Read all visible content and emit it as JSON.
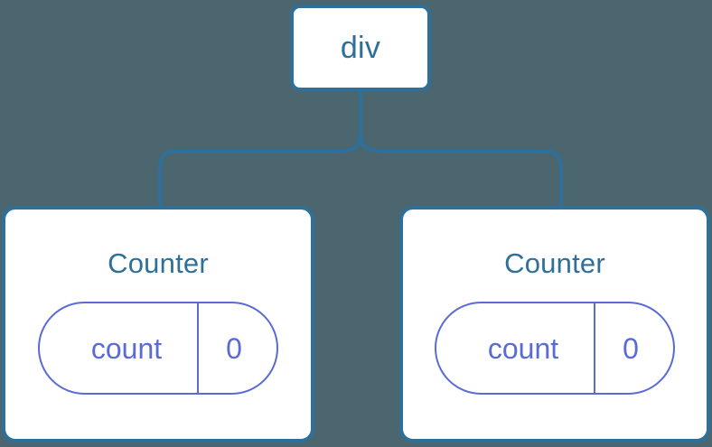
{
  "canvas": {
    "background_color": "#4b666f",
    "node_border_color": "#2e7099",
    "node_fill_color": "#ffffff",
    "node_label_color": "#2e7099",
    "state_pill_color": "#5b6bd6",
    "edge_color": "#2e7099"
  },
  "tree": {
    "root": {
      "label": "div"
    },
    "children": [
      {
        "label": "Counter",
        "state": {
          "key": "count",
          "value": "0"
        }
      },
      {
        "label": "Counter",
        "state": {
          "key": "count",
          "value": "0"
        }
      }
    ]
  },
  "edges": [
    {
      "name": "edge-div-to-counter-left",
      "from": "div",
      "to": "Counter"
    },
    {
      "name": "edge-div-to-counter-right",
      "from": "div",
      "to": "Counter"
    }
  ]
}
